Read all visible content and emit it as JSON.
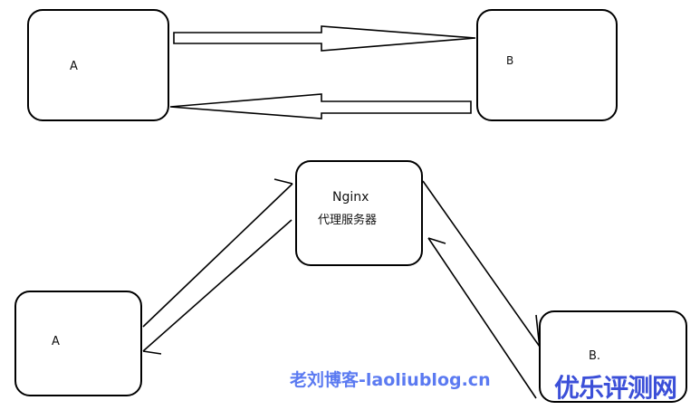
{
  "top_diagram": {
    "node_a": "A",
    "node_b": "B"
  },
  "bottom_diagram": {
    "node_a": "A",
    "proxy_title": "Nginx",
    "proxy_subtitle": "代理服务器",
    "node_b": "B."
  },
  "watermarks": [
    "老刘博客-laoliublog.cn",
    "优乐评测网"
  ]
}
